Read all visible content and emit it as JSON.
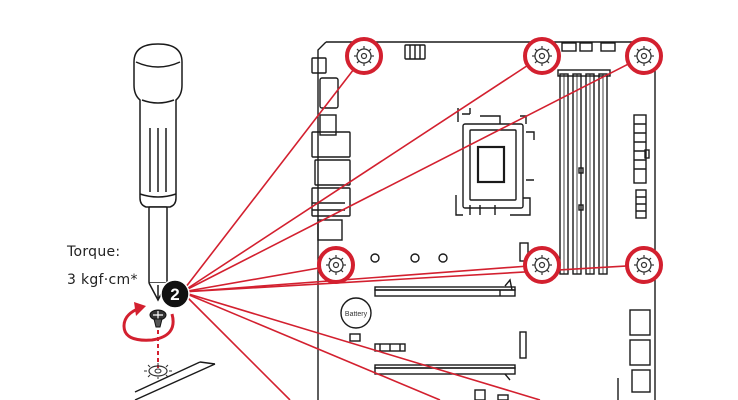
{
  "torque": {
    "label": "Torque:",
    "value": "3 kgf·cm*"
  },
  "step": {
    "number": "2"
  },
  "board": {
    "battery_label": "Battery"
  },
  "screw_holes": [
    {
      "id": "top-left"
    },
    {
      "id": "top-middle"
    },
    {
      "id": "top-right"
    },
    {
      "id": "mid-left"
    },
    {
      "id": "mid-middle"
    },
    {
      "id": "mid-right"
    },
    {
      "id": "bottom-1"
    },
    {
      "id": "bottom-2"
    },
    {
      "id": "bottom-3"
    }
  ],
  "colors": {
    "accent": "#d3202f",
    "line": "#1a1a1a",
    "badge": "#111111"
  },
  "icons": [
    "screwdriver-icon",
    "screw-icon",
    "rotate-arrow-icon",
    "step-badge-icon",
    "battery-icon"
  ]
}
